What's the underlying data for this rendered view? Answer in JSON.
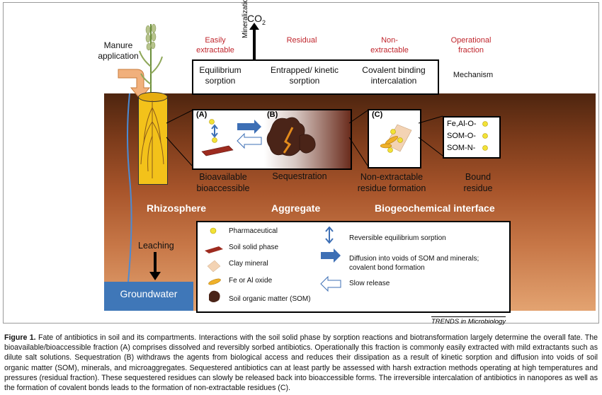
{
  "figure": {
    "top_labels": {
      "easily": "Easily extractable",
      "residual": "Residual",
      "nonextractable": "Non-extractable",
      "operational": "Operational fraction"
    },
    "mechanisms": {
      "equilibrium": "Equilibrium sorption",
      "entrapped": "Entrapped/ kinetic sorption",
      "covalent": "Covalent binding intercalation",
      "label": "Mechanism"
    },
    "co2": "CO",
    "co2_sub": "2",
    "mineralization": "Mineralization",
    "manure": "Manure application",
    "panel_a": "(A)",
    "panel_b": "(B)",
    "panel_c": "(C)",
    "bound_lines": [
      "Fe,Al-O-",
      "SOM-O-",
      "SOM-N-"
    ],
    "fractions": {
      "bioavailable": "Bioavailable bioaccessible",
      "sequestration": "Sequestration",
      "nonextract_form": "Non-extractable residue formation",
      "bound": "Bound residue"
    },
    "zones": {
      "rhizosphere": "Rhizosphere",
      "aggregate": "Aggregate",
      "biogeo": "Biogeochemical interface"
    },
    "leaching": "Leaching",
    "groundwater": "Groundwater",
    "legend": {
      "pharma": "Pharmaceutical",
      "soil_solid": "Soil solid phase",
      "clay": "Clay mineral",
      "feal": "Fe or Al oxide",
      "som": "Soil organic matter (SOM)",
      "reversible": "Reversible equilibrium sorption",
      "diffusion": "Diffusion into voids of SOM and minerals; covalent bond formation",
      "slow": "Slow release"
    },
    "credit": "TRENDS in Microbiology"
  },
  "caption": {
    "lead": "Figure 1.",
    "text": "Fate of antibiotics in soil and its compartments. Interactions with the soil solid phase by sorption reactions and biotransformation largely determine the overall fate. The bioavailable/bioaccessible fraction (A) comprises dissolved and reversibly sorbed antibiotics. Operationally this fraction is commonly easily extracted with mild extractants such as dilute salt solutions. Sequestration (B) withdraws the agents from biological access and reduces their dissipation as a result of kinetic sorption and diffusion into voids of soil organic matter (SOM), minerals, and microaggregates. Sequestered antibiotics can at least partly be assessed with harsh extraction methods operating at high temperatures and pressures (residual fraction). These sequestered residues can slowly be released back into bioaccessible forms. The irreversible intercalation of antibiotics in nanopores as well as the formation of covalent bonds leads to the formation of non-extractable residues (C)."
  },
  "colors": {
    "soil_top": "#5a2c12",
    "soil_mid": "#a9552a",
    "soil_bottom": "#d9905e",
    "groundwater": "#3f77b8",
    "root_zone": "#f3c21a",
    "label_red": "#c0262d"
  }
}
